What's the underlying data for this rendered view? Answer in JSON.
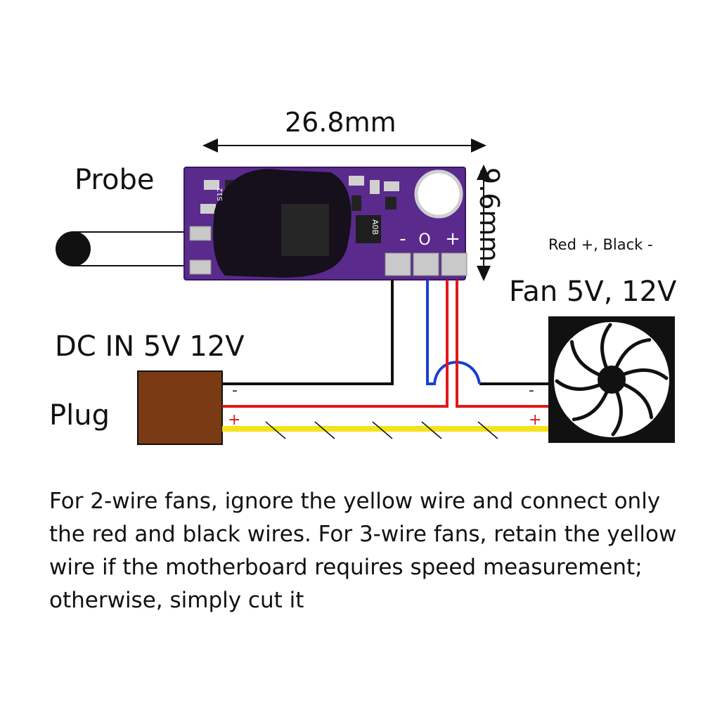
{
  "labels": {
    "width_dimension": "26.8mm",
    "height_dimension": "9.6mm",
    "probe": "Probe",
    "polarity_note": "Red +, Black -",
    "fan": "Fan 5V, 12V",
    "dc_in": "DC IN 5V 12V",
    "plug": "Plug"
  },
  "board": {
    "pad_labels": [
      "-",
      "O",
      "+"
    ],
    "silkscreen": [
      "S12",
      "A0B"
    ]
  },
  "wire_marks": {
    "minus": "-",
    "plus": "+"
  },
  "colors": {
    "board": "#5a2a8c",
    "plug": "#7a3b14",
    "wire_red": "#e01818",
    "wire_black": "#111111",
    "wire_yellow": "#f4e21a",
    "wire_blue": "#1a3fd0"
  },
  "caption": "For 2-wire fans, ignore the yellow wire and connect only the red and black wires. For 3-wire fans, retain the yellow wire if the motherboard requires speed measurement; otherwise, simply cut it"
}
